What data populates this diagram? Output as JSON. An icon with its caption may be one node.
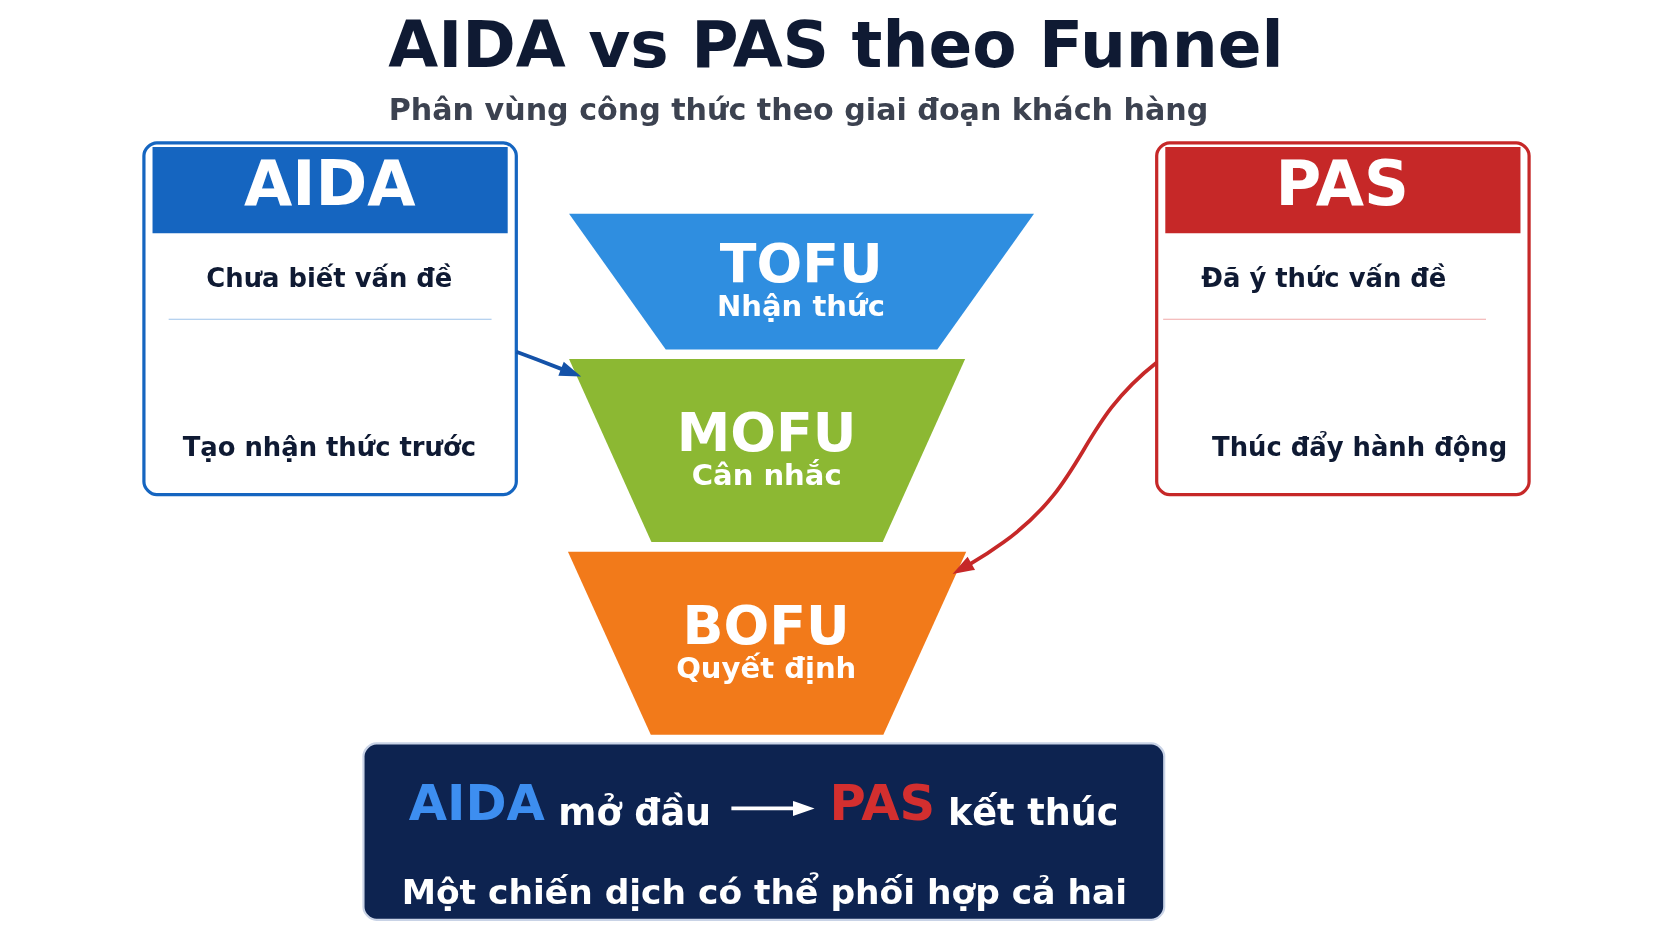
{
  "diagram": {
    "title": "AIDA vs PAS theo Funnel",
    "nodes": [
      {
        "text": [
          "AIDA"
        ]
      },
      {
        "text": [
          "Chưa biết vấn đề"
        ],
        "in": 0
      },
      {
        "text": [
          "Tạo nhận thức trước"
        ],
        "in": 0
      },
      {
        "text": [
          "TOFU",
          "Nhận thức"
        ]
      },
      {
        "text": [
          "MOFU",
          "Cân nhắc"
        ]
      },
      {
        "text": [
          "BOFU",
          "Quyết định"
        ]
      },
      {
        "text": [
          "PAS"
        ]
      },
      {
        "text": [
          "Đã ý thức vấn đề"
        ],
        "in": 6
      },
      {
        "text": [
          "Thúc đẩy hành động"
        ],
        "in": 6
      },
      {
        "text": [
          "Một chiến dịch có thể phối hợp cả hai"
        ]
      },
      {
        "text": [
          "AIDA mở đầu"
        ],
        "in": 9
      },
      {
        "text": [
          "PAS kết thúc"
        ],
        "in": 9
      }
    ],
    "edges": [
      {
        "from": 0,
        "to": 4,
        "arrow": "to",
        "color": "#1452a8"
      },
      {
        "from": 6,
        "to": 5,
        "arrow": "to",
        "color": "#c62828"
      },
      {
        "from": 10,
        "to": 11,
        "arrow": "to",
        "color": "#ffffff"
      }
    ],
    "labels": [
      "Phân vùng công thức theo giai đoạn khách hàng"
    ]
  }
}
